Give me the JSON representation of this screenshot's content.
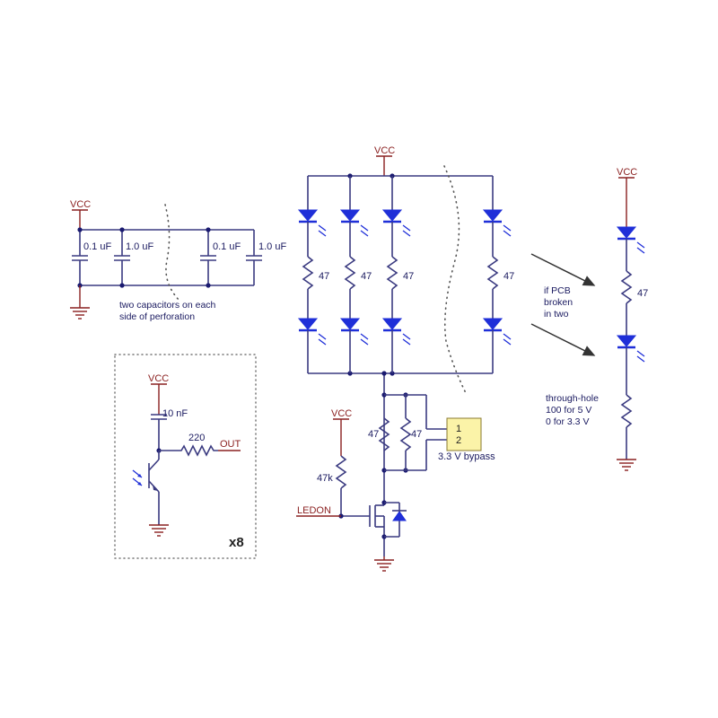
{
  "vcc_label": "VCC",
  "caps": {
    "c1": "0.1 uF",
    "c2": "1.0 uF",
    "c3": "0.1 uF",
    "c4": "1.0 uF",
    "note_line1": "two capacitors on each",
    "note_line2": "side of perforation"
  },
  "led_array": {
    "resistor_value": "47",
    "bypass_resistors": [
      "47",
      "47"
    ],
    "pull_resistor": "47k",
    "ledon_label": "LEDON",
    "header_pins": [
      "1",
      "2"
    ],
    "header_label": "3.3 V bypass"
  },
  "sensor": {
    "cap": "10 nF",
    "resistor": "220",
    "out_label": "OUT",
    "multiplier": "x8"
  },
  "broken": {
    "resistor_value": "47",
    "note_lines": [
      "if PCB",
      "broken",
      "in two"
    ],
    "through_hole_lines": [
      "through-hole",
      "100 for 5 V",
      "0 for 3.3 V"
    ]
  }
}
